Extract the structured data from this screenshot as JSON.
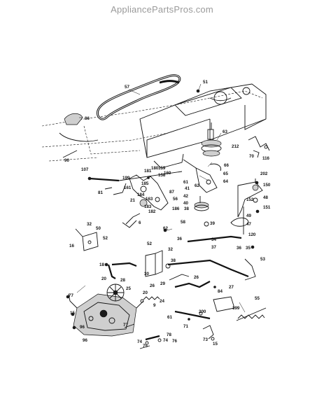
{
  "watermark": "AppliancePartsPros.com",
  "labels": [
    "57",
    "51",
    "86",
    "63",
    "212",
    "70",
    "116",
    "90",
    "107",
    "66",
    "202",
    "65",
    "199",
    "64",
    "150",
    "181",
    "180",
    "159",
    "158",
    "160",
    "161",
    "61",
    "62",
    "48",
    "87",
    "42",
    "41",
    "40",
    "152",
    "151",
    "81",
    "21",
    "185",
    "184",
    "163",
    "183",
    "182",
    "186",
    "56",
    "49",
    "47",
    "6",
    "39",
    "38",
    "120",
    "62",
    "58",
    "32",
    "50",
    "16",
    "52",
    "52",
    "32",
    "34",
    "37",
    "36",
    "36",
    "35",
    "53",
    "18",
    "20",
    "28",
    "30",
    "38",
    "29",
    "26",
    "77",
    "25",
    "84",
    "27",
    "26",
    "24",
    "20",
    "200",
    "199",
    "9",
    "15",
    "55",
    "61",
    "77",
    "96",
    "74",
    "75",
    "71",
    "78",
    "74",
    "76",
    "73",
    "15",
    "96"
  ]
}
